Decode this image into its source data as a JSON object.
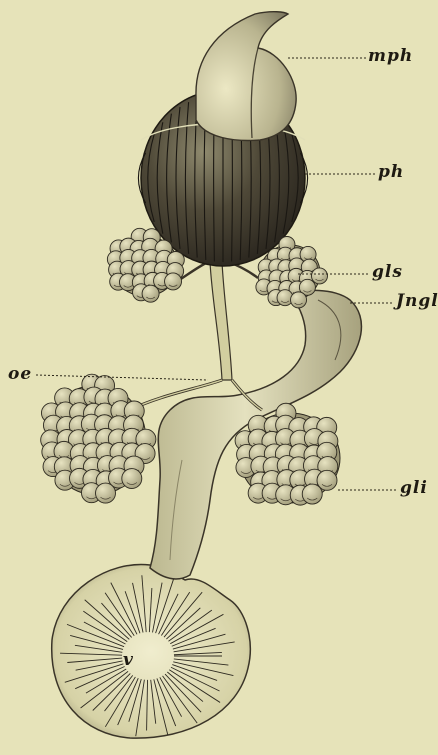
{
  "labels": {
    "mph": "mph",
    "ph": "ph",
    "gls": "gls",
    "oe": "oe",
    "ingl": "Jngl",
    "gli": "gli",
    "v": "v"
  },
  "colors": {
    "background": "#e6e3b9",
    "ink": "#1e1a12",
    "pharynx_dark": "#3a3428",
    "organ_fill": "#d8d4a8"
  }
}
